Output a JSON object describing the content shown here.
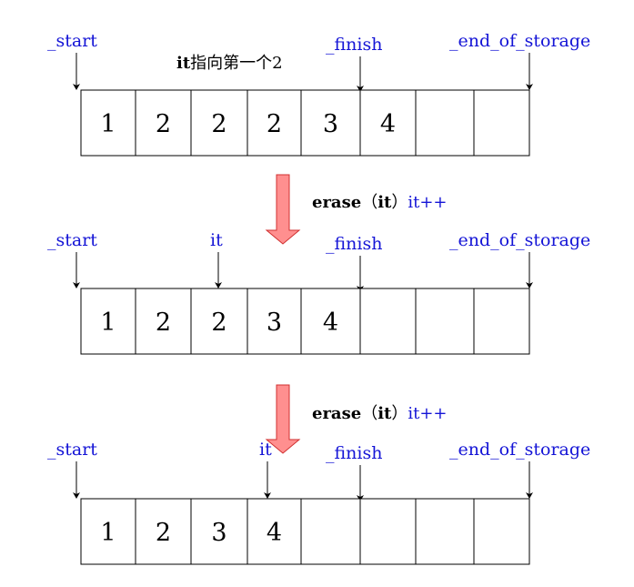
{
  "labels": {
    "start": "_start",
    "finish": "_finish",
    "end_of_storage": "_end_of_storage",
    "it": "it"
  },
  "note1": {
    "bold": "it",
    "rest": "指向第一个2"
  },
  "erase_caption": {
    "bold": "erase",
    "paren_open": "（",
    "arg": "it",
    "paren_close": "）",
    "increment": "it++"
  },
  "rows": [
    {
      "values": [
        "1",
        "2",
        "2",
        "2",
        "3",
        "4",
        "",
        ""
      ]
    },
    {
      "values": [
        "1",
        "2",
        "2",
        "3",
        "4",
        "",
        "",
        ""
      ]
    },
    {
      "values": [
        "1",
        "2",
        "3",
        "4",
        "",
        "",
        "",
        ""
      ]
    }
  ],
  "colors": {
    "label_blue": "#1414d6",
    "arrow_fill": "#ff8f8f",
    "arrow_stroke": "#d03030"
  }
}
